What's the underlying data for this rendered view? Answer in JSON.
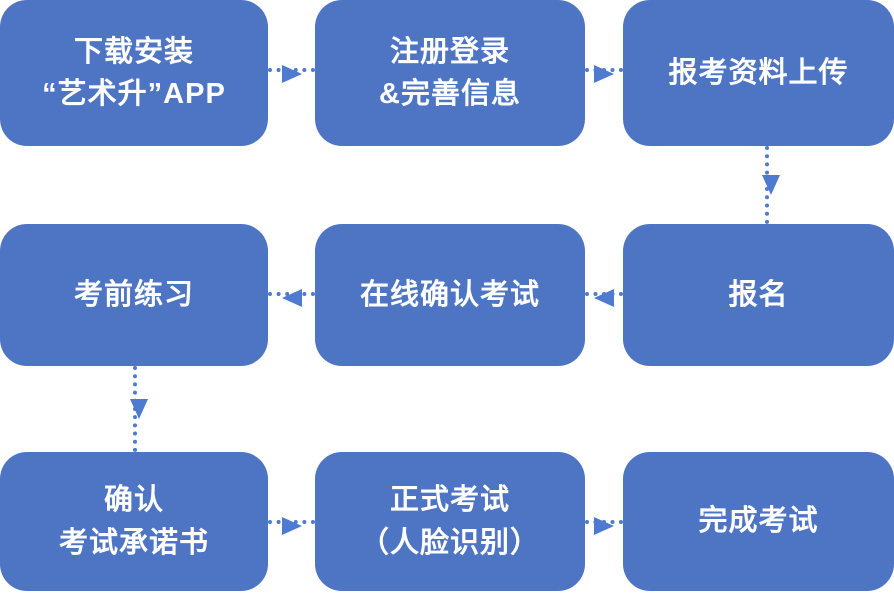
{
  "diagram": {
    "type": "flowchart",
    "theme": {
      "node_fill": "#4E74C4",
      "arrow_color": "#4E7ACF",
      "text_color": "#FFFFFF",
      "background": "#FFFFFF"
    },
    "nodes": [
      {
        "id": "download-app",
        "label": "下载安装\n“艺术升”APP"
      },
      {
        "id": "register-login",
        "label": "注册登录\n&完善信息"
      },
      {
        "id": "upload-materials",
        "label": "报考资料上传"
      },
      {
        "id": "pre-exam-practice",
        "label": "考前练习"
      },
      {
        "id": "online-confirm-exam",
        "label": "在线确认考试"
      },
      {
        "id": "sign-up",
        "label": "报名"
      },
      {
        "id": "confirm-commitment",
        "label": "确认\n考试承诺书"
      },
      {
        "id": "formal-exam",
        "label": "正式考试\n（人脸识别）"
      },
      {
        "id": "complete-exam",
        "label": "完成考试"
      }
    ],
    "edges": [
      {
        "from": "download-app",
        "to": "register-login",
        "direction": "right"
      },
      {
        "from": "register-login",
        "to": "upload-materials",
        "direction": "right"
      },
      {
        "from": "upload-materials",
        "to": "sign-up",
        "direction": "down"
      },
      {
        "from": "sign-up",
        "to": "online-confirm-exam",
        "direction": "left"
      },
      {
        "from": "online-confirm-exam",
        "to": "pre-exam-practice",
        "direction": "left"
      },
      {
        "from": "pre-exam-practice",
        "to": "confirm-commitment",
        "direction": "down"
      },
      {
        "from": "confirm-commitment",
        "to": "formal-exam",
        "direction": "right"
      },
      {
        "from": "formal-exam",
        "to": "complete-exam",
        "direction": "right"
      }
    ]
  }
}
